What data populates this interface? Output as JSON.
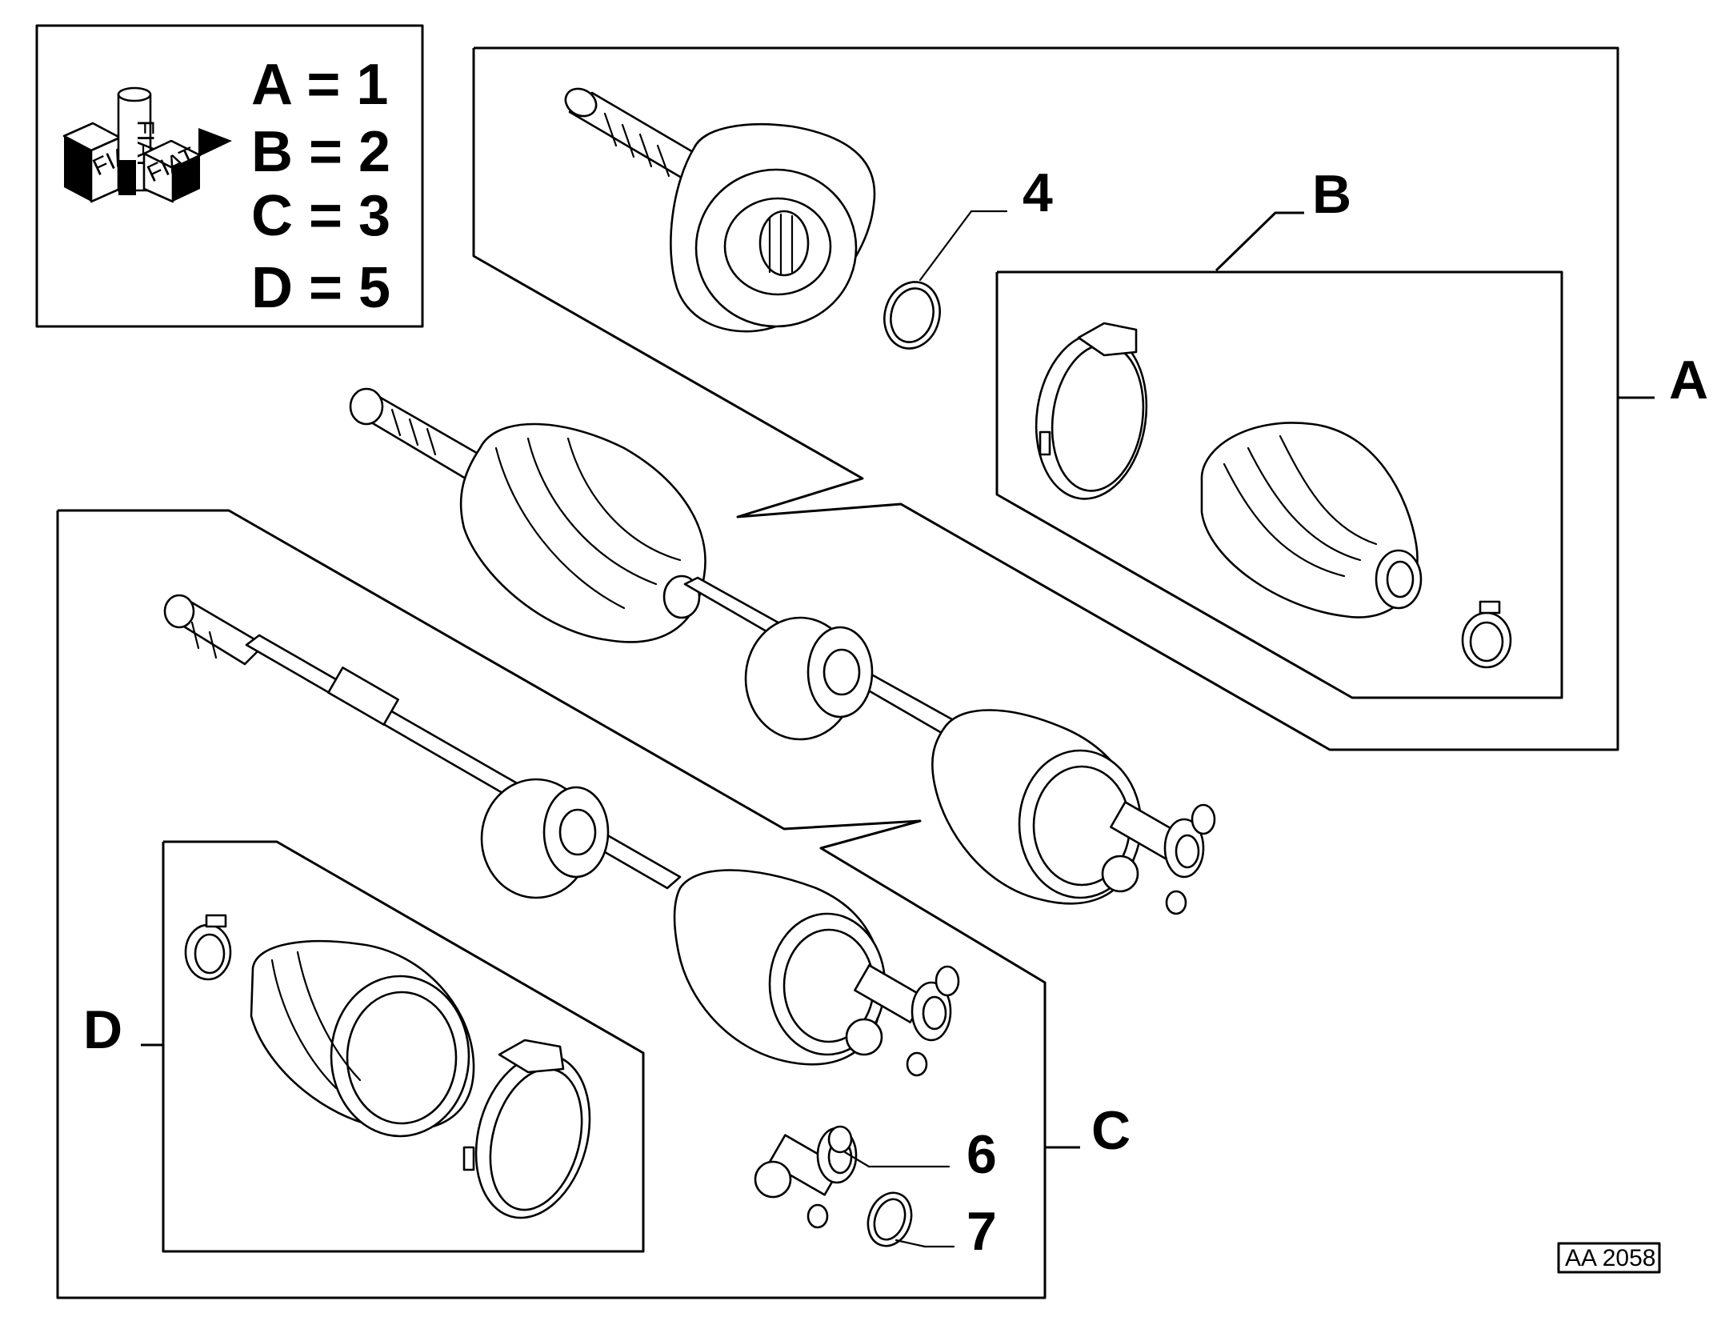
{
  "legend": {
    "rows": [
      {
        "letter": "A",
        "value": "A = 1"
      },
      {
        "letter": "B",
        "value": "B = 2"
      },
      {
        "letter": "C",
        "value": "C = 3"
      },
      {
        "letter": "D",
        "value": "D = 5"
      }
    ],
    "logo_text": "FIAT"
  },
  "group_labels": {
    "a": "A",
    "b": "B",
    "c": "C",
    "d": "D"
  },
  "part_labels": {
    "p4": "4",
    "p6": "6",
    "p7": "7"
  },
  "reference_code": "AA 2058",
  "colors": {
    "line": "#000000",
    "background": "#ffffff"
  }
}
